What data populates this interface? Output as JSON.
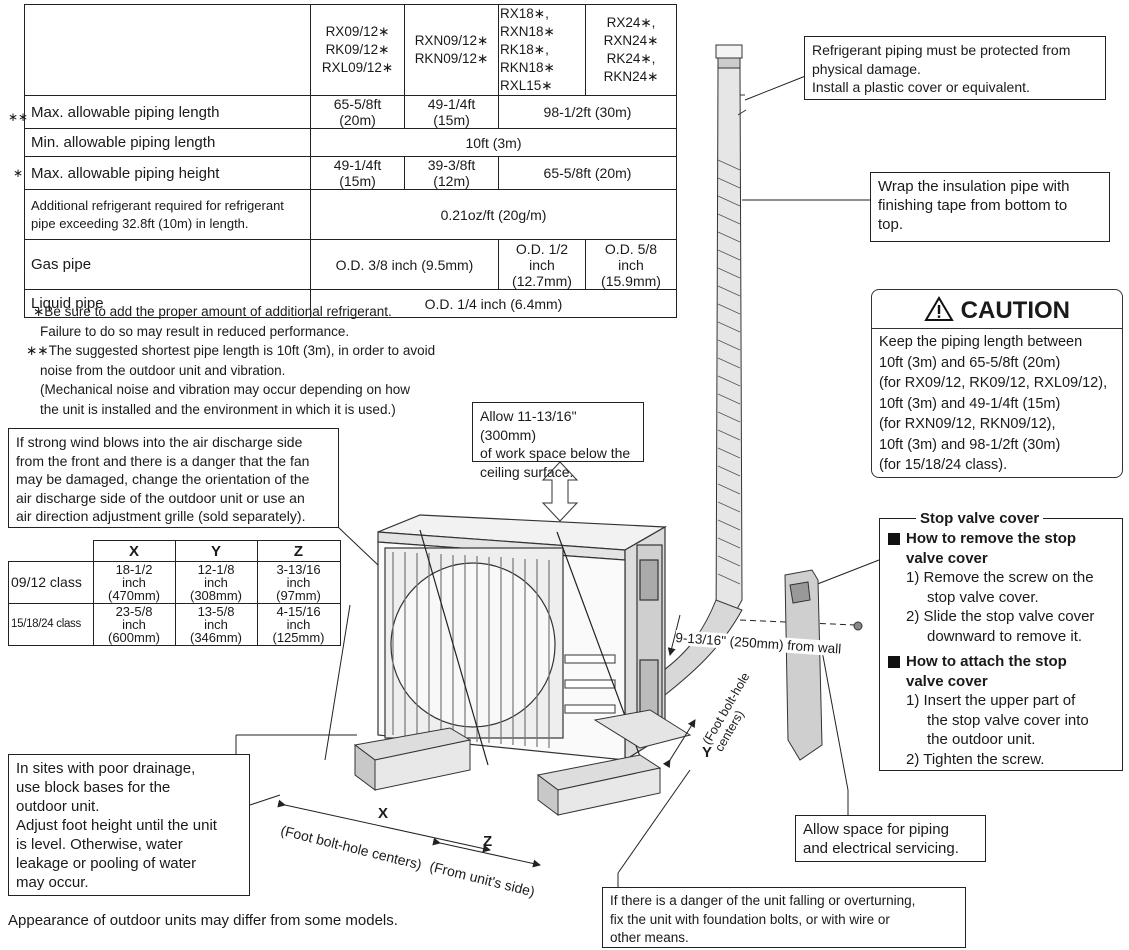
{
  "table": {
    "headers": [
      [
        "RX09/12∗",
        "RK09/12∗",
        "RXL09/12∗"
      ],
      [
        "RXN09/12∗",
        "RKN09/12∗"
      ],
      [
        "RX18∗, RXN18∗",
        "RK18∗, RKN18∗",
        "RXL15∗"
      ],
      [
        "RX24∗, RXN24∗",
        "RK24∗, RKN24∗"
      ]
    ],
    "rows": {
      "max_len": {
        "label": "Max. allowable piping length",
        "c1": "65-5/8ft (20m)",
        "c2": "49-1/4ft (15m)",
        "c3": "98-1/2ft (30m)"
      },
      "min_len": {
        "mark": "∗∗",
        "label": "Min. allowable piping length",
        "value": "10ft (3m)"
      },
      "max_height": {
        "label": "Max. allowable piping height",
        "c1": "49-1/4ft (15m)",
        "c2": "39-3/8ft (12m)",
        "c3": "65-5/8ft (20m)"
      },
      "additional": {
        "mark": "∗",
        "label_line1": "Additional refrigerant required for refrigerant",
        "label_line2": "pipe exceeding 32.8ft (10m) in length.",
        "value": "0.21oz/ft (20g/m)"
      },
      "gas": {
        "label": "Gas pipe",
        "c1": "O.D. 3/8 inch (9.5mm)",
        "c3a": "O.D. 1/2 inch",
        "c3b": "(12.7mm)",
        "c4a": "O.D. 5/8 inch",
        "c4b": "(15.9mm)"
      },
      "liquid": {
        "label": "Liquid pipe",
        "value": "O.D. 1/4 inch (6.4mm)"
      }
    }
  },
  "notes": [
    "∗Be sure to add the proper amount of additional refrigerant.",
    "Failure to do so may result in reduced performance.",
    "∗∗The suggested shortest pipe length is 10ft (3m), in order to avoid",
    "noise from the outdoor unit and vibration.",
    "(Mechanical noise and vibration may occur depending on how",
    "the unit is installed and the environment in which it is used.)"
  ],
  "callouts": {
    "protect": [
      "Refrigerant piping must be protected from",
      "physical damage.",
      "Install a plastic cover or equivalent."
    ],
    "wrap": [
      "Wrap the insulation pipe with",
      "finishing tape from bottom to",
      "top."
    ],
    "workspace": [
      "Allow 11-13/16\" (300mm)",
      "of work space below the",
      "ceiling surface."
    ],
    "wind": [
      "If strong wind blows into the air discharge side",
      "from the front and there is a danger that the fan",
      "may be damaged, change the orientation of the",
      "air discharge side of the outdoor unit or use an",
      "air direction adjustment grille (sold separately)."
    ],
    "drainage": [
      "In sites with poor drainage,",
      "use block bases for the",
      "outdoor unit.",
      "Adjust foot height until the unit",
      "is level. Otherwise, water",
      "leakage or pooling of water",
      "may occur."
    ],
    "falling": [
      "If there is a danger of the unit falling or overturning,",
      "fix the unit with foundation bolts, or with wire or",
      "other means."
    ],
    "space": [
      "Allow space for piping",
      "and electrical servicing."
    ]
  },
  "caution": {
    "title": "CAUTION",
    "lines": [
      "Keep the piping length between",
      "10ft (3m) and 65-5/8ft (20m)",
      "(for RX09/12, RK09/12, RXL09/12),",
      "10ft (3m) and 49-1/4ft (15m)",
      "(for RXN09/12, RKN09/12),",
      "10ft (3m) and 98-1/2ft (30m)",
      "(for 15/18/24 class)."
    ]
  },
  "xyz_table": {
    "headers": [
      "X",
      "Y",
      "Z"
    ],
    "rows": [
      {
        "label": "09/12 class",
        "x": [
          "18-1/2",
          "inch",
          "(470mm)"
        ],
        "y": [
          "12-1/8",
          "inch",
          "(308mm)"
        ],
        "z": [
          "3-13/16",
          "inch",
          "(97mm)"
        ]
      },
      {
        "label": "15/18/24 class",
        "x": [
          "23-5/8",
          "inch",
          "(600mm)"
        ],
        "y": [
          "13-5/8",
          "inch",
          "(346mm)"
        ],
        "z": [
          "4-15/16",
          "inch",
          "(125mm)"
        ]
      }
    ]
  },
  "stop_valve": {
    "title": "Stop valve cover",
    "remove_heading": [
      "How to remove the stop",
      "valve cover"
    ],
    "remove_steps": [
      [
        "1) Remove the screw on the",
        "stop valve cover."
      ],
      [
        "2) Slide the stop valve cover",
        "downward to remove it."
      ]
    ],
    "attach_heading": [
      "How to attach the stop",
      "valve cover"
    ],
    "attach_steps": [
      [
        "1) Insert the upper part of",
        "the stop valve cover into",
        "the outdoor unit."
      ],
      [
        "2) Tighten the screw."
      ]
    ]
  },
  "dimensions": {
    "wall": "9-13/16\" (250mm) from wall",
    "x": "X",
    "x_caption": "(Foot bolt-hole centers)",
    "z": "Z",
    "z_caption": "(From unit's side)",
    "y": "Y",
    "y_caption1": "(Foot bolt-hole",
    "y_caption2": "centers)"
  },
  "footer": "Appearance of outdoor units may differ from some models."
}
